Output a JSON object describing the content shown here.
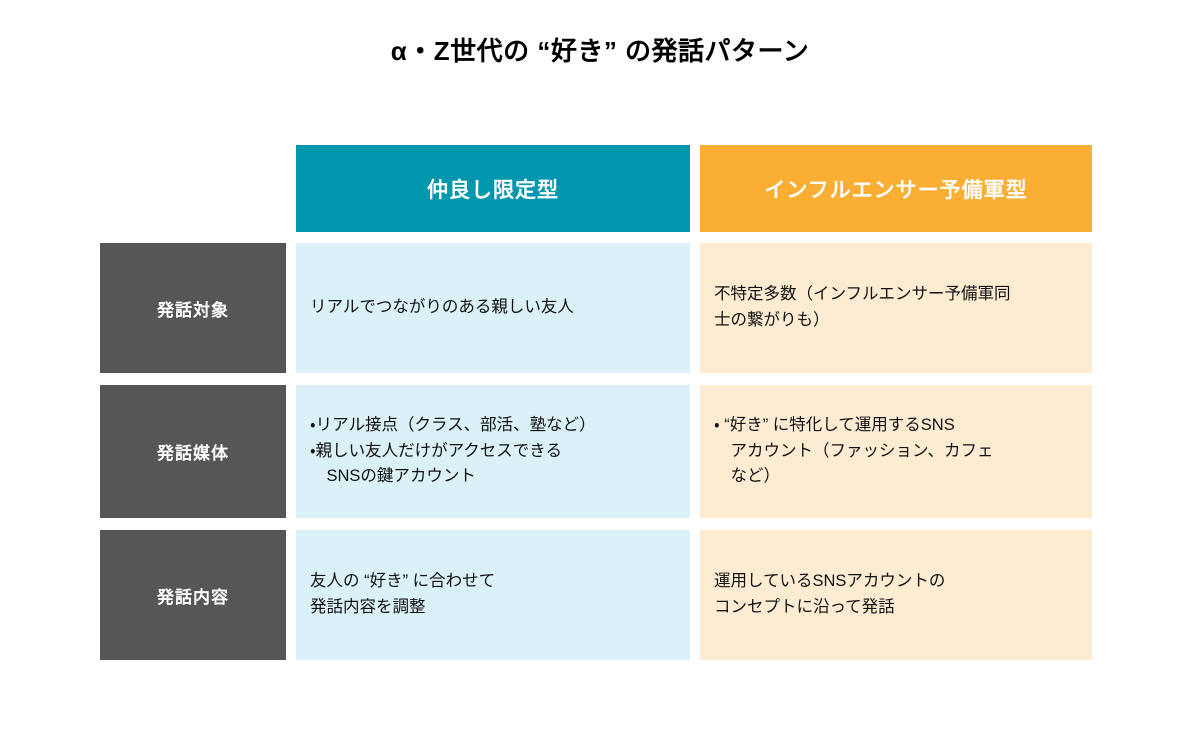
{
  "title": "α・Z世代の “好き” の発話パターン",
  "colors": {
    "header_left": "#0096ae",
    "header_right": "#fbae34",
    "label_cell": "#565656",
    "body_left": "#d9f1f7",
    "body_right": "#fdebd2",
    "text_dark": "#111111",
    "text_light": "#ffffff",
    "background": "#ffffff"
  },
  "table": {
    "column_headers": [
      {
        "label": "仲良し限定型",
        "accent": "#0096ae"
      },
      {
        "label": "インフルエンサー予備軍型",
        "accent": "#fbae34"
      }
    ],
    "rows": [
      {
        "label": "発話対象",
        "left": "リアルでつながりのある親しい友人",
        "right": "不特定多数（インフルエンサー予備軍同\n士の繋がりも）"
      },
      {
        "label": "発話媒体",
        "left": "・リアル接点（クラス、部活、塾など）\n・親しい友人だけがアクセスできる\n　SNSの鍵アカウント",
        "right": "・ “好き” に特化して運用するSNS\n　アカウント（ファッション、カフェ\n　など）"
      },
      {
        "label": "発話内容",
        "left": "友人の “好き” に合わせて\n発話内容を調整",
        "right": "運用しているSNSアカウントの\nコンセプトに沿って発話"
      }
    ]
  }
}
